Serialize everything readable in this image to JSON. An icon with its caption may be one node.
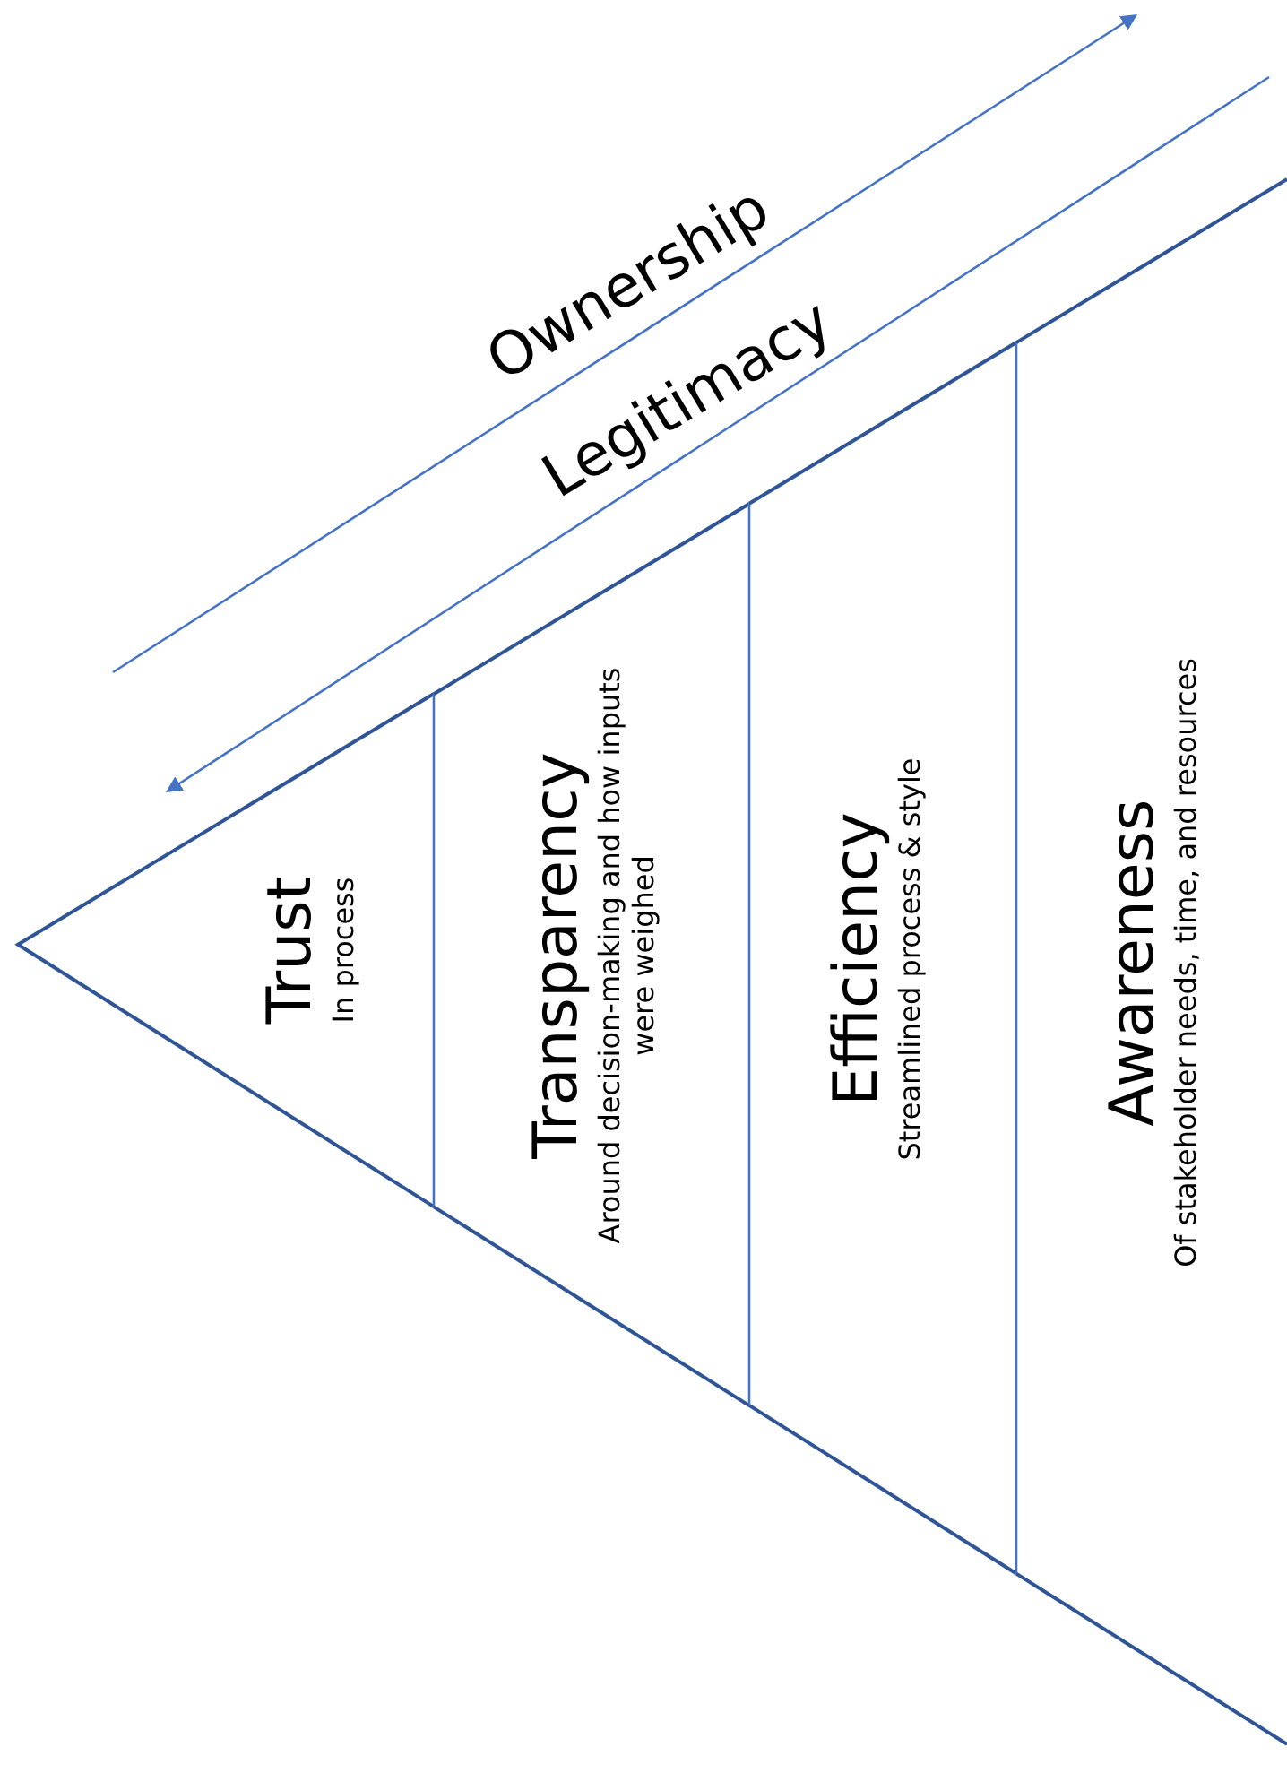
{
  "diagram": {
    "nodes": [
      {
        "text": [
          "Trust",
          "In process"
        ]
      },
      {
        "text": [
          "Transparency",
          "Around decision-making and how inputs were weighed"
        ]
      },
      {
        "text": [
          "Efficiency",
          "Streamlined process & style"
        ]
      },
      {
        "text": [
          "Awareness",
          "Of stakeholder needs, time, and resources"
        ]
      }
    ],
    "labels": [
      "Ownership",
      "Legitimacy"
    ]
  }
}
